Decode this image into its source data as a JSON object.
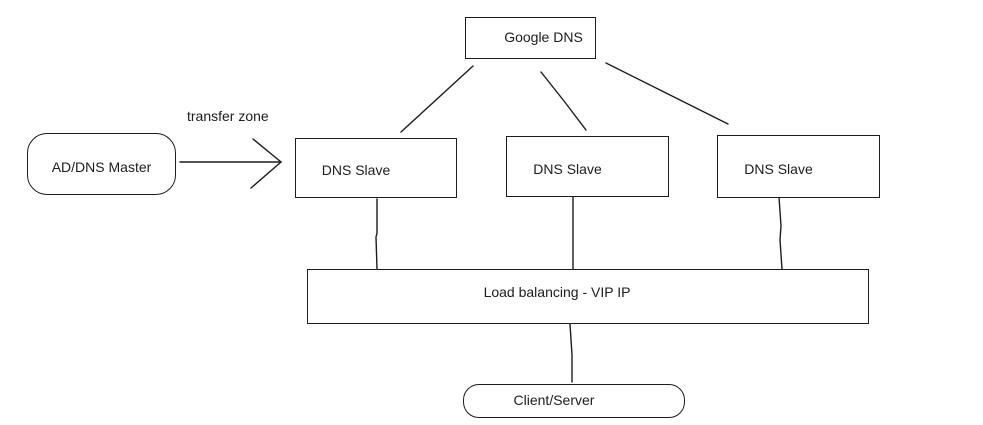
{
  "diagram": {
    "nodes": {
      "google_dns": {
        "label": "Google DNS",
        "shape": "rectangle"
      },
      "ad_dns_master": {
        "label": "AD/DNS Master",
        "shape": "rounded-rectangle"
      },
      "dns_slave_1": {
        "label": "DNS Slave",
        "shape": "rectangle"
      },
      "dns_slave_2": {
        "label": "DNS Slave",
        "shape": "rectangle"
      },
      "dns_slave_3": {
        "label": "DNS Slave",
        "shape": "rectangle"
      },
      "load_balancing": {
        "label": "Load balancing - VIP IP",
        "shape": "rectangle"
      },
      "client_server": {
        "label": "Client/Server",
        "shape": "rounded-rectangle"
      }
    },
    "labels": {
      "transfer_zone": "transfer zone"
    },
    "colors": {
      "line": "#1c1c1c",
      "text": "#1c1c1c",
      "background": "#ffffff"
    }
  }
}
